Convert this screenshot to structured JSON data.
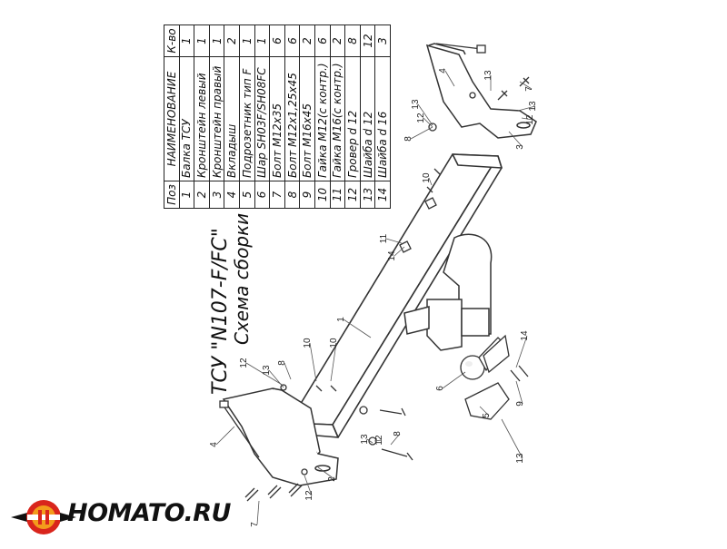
{
  "title": "ТСУ \"N107-F/FC\"",
  "subtitle": "Схема сборки",
  "table": {
    "headers": [
      "Поз",
      "НАИМЕНОВАНИЕ",
      "К-во"
    ],
    "rows": [
      [
        "1",
        "Балка ТСУ",
        "1"
      ],
      [
        "2",
        "Кронштейн левый",
        "1"
      ],
      [
        "3",
        "Кронштейн правый",
        "1"
      ],
      [
        "4",
        "Вкладыш",
        "2"
      ],
      [
        "5",
        "Подрозетник тип F",
        "1"
      ],
      [
        "6",
        "Шар SH03F/SH08FC",
        "1"
      ],
      [
        "7",
        "Болт М12х35",
        "6"
      ],
      [
        "8",
        "Болт М12х1,25х45",
        "6"
      ],
      [
        "9",
        "Болт М16х45",
        "2"
      ],
      [
        "10",
        "Гайка М12(с контр.)",
        "6"
      ],
      [
        "11",
        "Гайка М16(с контр.)",
        "2"
      ],
      [
        "12",
        "Гровер d 12",
        "8"
      ],
      [
        "13",
        "Шайба d 12",
        "12"
      ],
      [
        "14",
        "Шайба d 16",
        "3"
      ]
    ]
  },
  "callouts": [
    "1",
    "2",
    "3",
    "4",
    "4",
    "5",
    "6",
    "7",
    "7",
    "8",
    "8",
    "8",
    "9",
    "10",
    "10",
    "10",
    "11",
    "12",
    "12",
    "12",
    "12",
    "12",
    "13",
    "13",
    "13",
    "13",
    "13",
    "13",
    "14",
    "14"
  ],
  "logo": {
    "text": "HOMATO.RU",
    "colors": {
      "red": "#d9251c",
      "orange": "#f39b1c",
      "dark": "#111111"
    }
  },
  "line_color": "#333333"
}
